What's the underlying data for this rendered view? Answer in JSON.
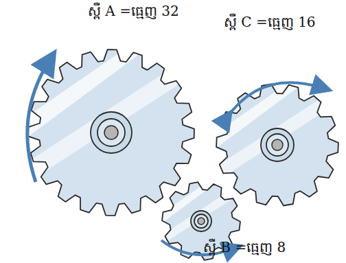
{
  "diagram": {
    "labels": [
      "ស្ពឺ A =ធ្មេញ 32",
      "ស្ពឺ C =ធ្មេញ 16",
      "ស្ពឺ B =ធ្មេញ 8"
    ]
  }
}
